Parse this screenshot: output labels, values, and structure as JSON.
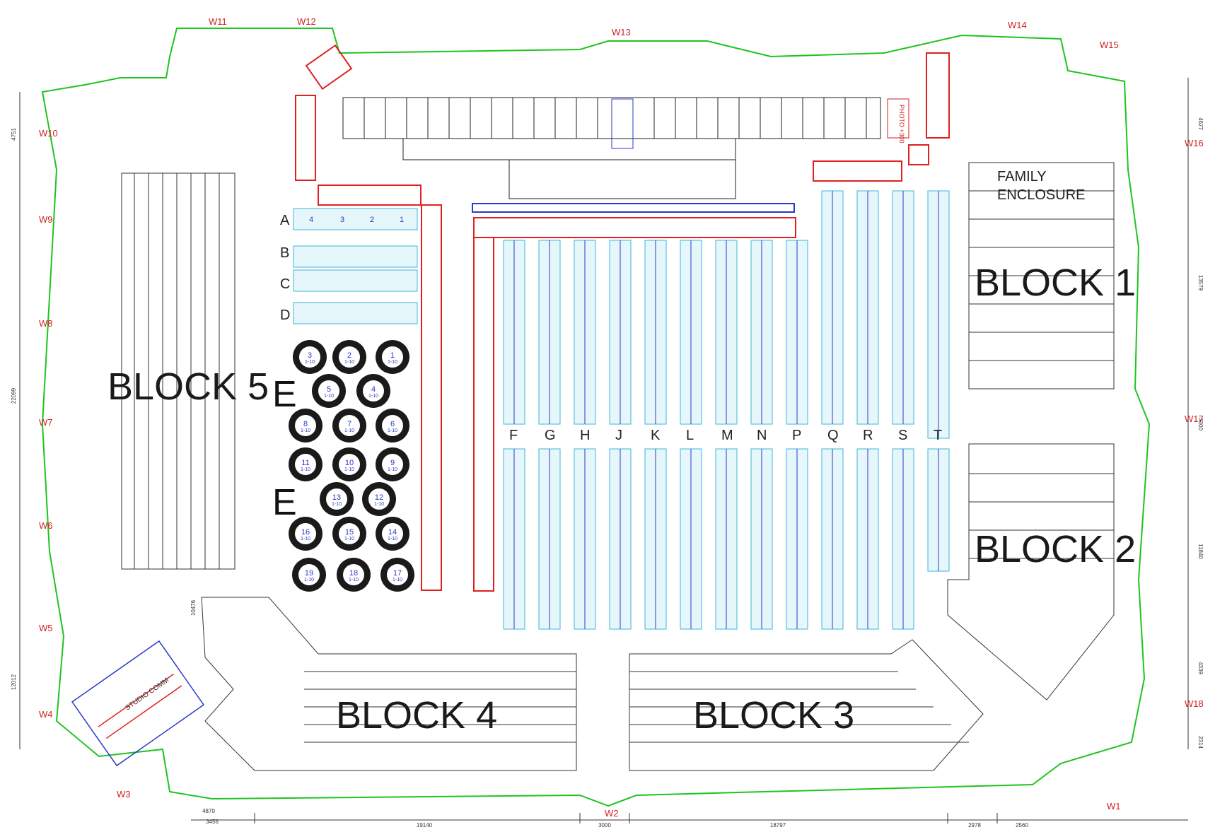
{
  "plan": {
    "blocks": [
      {
        "id": "block1",
        "label": "BLOCK 1"
      },
      {
        "id": "block2",
        "label": "BLOCK 2"
      },
      {
        "id": "block3",
        "label": "BLOCK 3"
      },
      {
        "id": "block4",
        "label": "BLOCK 4"
      },
      {
        "id": "block5",
        "label": "BLOCK 5"
      }
    ],
    "family": {
      "line1": "FAMILY",
      "line2": "ENCLOSURE"
    },
    "photo_label": "PHOTO +300",
    "stage_rows": [
      "A",
      "B",
      "C",
      "D"
    ],
    "stage_row_tables": [
      "4",
      "3",
      "2",
      "1"
    ],
    "section_e": "E",
    "floor_rows_top": [
      "F",
      "G",
      "H",
      "J",
      "K",
      "L",
      "M",
      "N",
      "P",
      "Q",
      "R",
      "S",
      "T"
    ],
    "round_tables": [
      {
        "n": "3",
        "s": "1-10"
      },
      {
        "n": "2",
        "s": "1-10"
      },
      {
        "n": "1",
        "s": "1-10"
      },
      {
        "n": "5",
        "s": "1-10"
      },
      {
        "n": "4",
        "s": "1-10"
      },
      {
        "n": "8",
        "s": "1-10"
      },
      {
        "n": "7",
        "s": "1-10"
      },
      {
        "n": "6",
        "s": "1-10"
      },
      {
        "n": "11",
        "s": "1-10"
      },
      {
        "n": "10",
        "s": "1-10"
      },
      {
        "n": "9",
        "s": "1-10"
      },
      {
        "n": "13",
        "s": "1-10"
      },
      {
        "n": "12",
        "s": "1-10"
      },
      {
        "n": "16",
        "s": "1-10"
      },
      {
        "n": "15",
        "s": "1-10"
      },
      {
        "n": "14",
        "s": "1-10"
      },
      {
        "n": "19",
        "s": "1-10"
      },
      {
        "n": "18",
        "s": "1-10"
      },
      {
        "n": "17",
        "s": "1-10"
      }
    ],
    "exits": [
      "W1",
      "W2",
      "W3",
      "W4",
      "W5",
      "W6",
      "W7",
      "W8",
      "W9",
      "W10",
      "W11",
      "W12",
      "W13",
      "W14",
      "W15",
      "W16",
      "W17",
      "W18"
    ],
    "dimensions": [
      "4751",
      "22099",
      "12012",
      "10476",
      "4870",
      "3456",
      "19140",
      "3000",
      "18797",
      "2978",
      "2560",
      "2314",
      "4339",
      "11840",
      "3300",
      "13579",
      "4627"
    ],
    "studio_label": "STUDIO COMM",
    "colors": {
      "wall": "#1fc41f",
      "exit_label": "#d21f1f",
      "walkway": "#e02020",
      "seat_cyan": "#3fb6d9",
      "block_seats": "#333333",
      "table_blue": "#2b39c8"
    }
  }
}
